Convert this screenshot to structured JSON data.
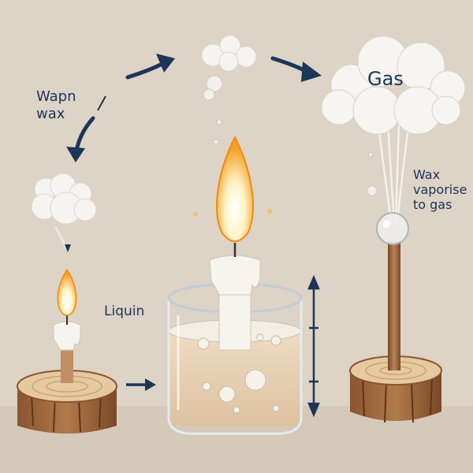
{
  "labels": {
    "warm_wax": [
      "Wapn",
      "wax"
    ],
    "liquid": "Liquin",
    "gas": "Gas",
    "vaporise": [
      "Wax",
      "vaporise",
      "to gas"
    ]
  },
  "colors": {
    "background": "#ddd3c6",
    "arrow": "#1d3557",
    "flame_outer": "#f4a024",
    "wood": "#b07a4a",
    "wax": "#f7f4ee",
    "liquid_wax": "#e8d2b4"
  }
}
